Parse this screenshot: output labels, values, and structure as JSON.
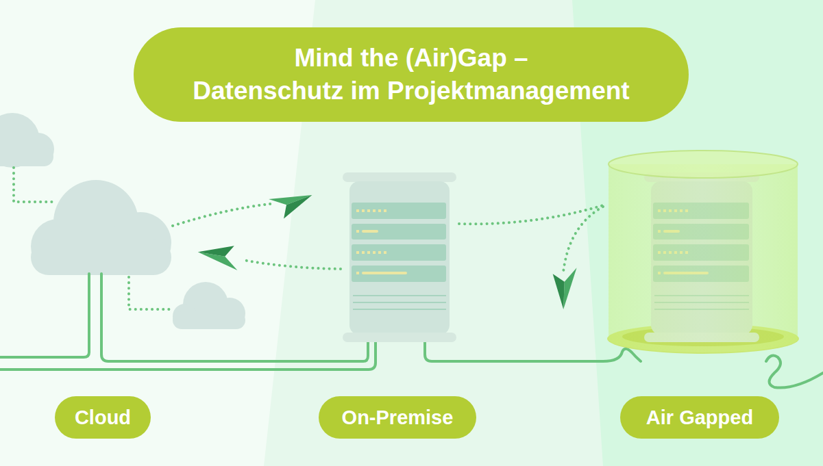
{
  "diagram": {
    "title": "Mind the (Air)Gap – Datenschutz im Projektmanagement",
    "nodes": [
      {
        "text": [
          "Cloud"
        ]
      },
      {
        "text": [
          "On-Premise"
        ]
      },
      {
        "text": [
          "Air Gapped"
        ]
      }
    ]
  }
}
